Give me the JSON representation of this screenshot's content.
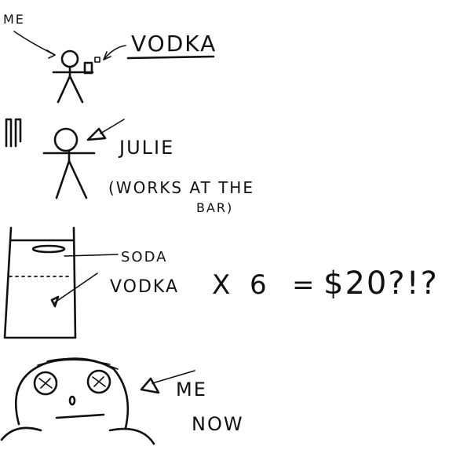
{
  "labels": {
    "me_top": "ME",
    "vodka_top": "VODKA",
    "julie": "JULIE",
    "works_at_the": "(WORKS AT THE",
    "bar": "BAR)",
    "soda": "SODA",
    "vodka_glass": "VODKA",
    "equation_times": "X",
    "equation_count": "6",
    "equation_equals": "=",
    "equation_price": "$20?!?",
    "me_now_line1": "ME",
    "me_now_line2": "NOW"
  },
  "colors": {
    "ink": "#111111",
    "background": "#ffffff"
  }
}
